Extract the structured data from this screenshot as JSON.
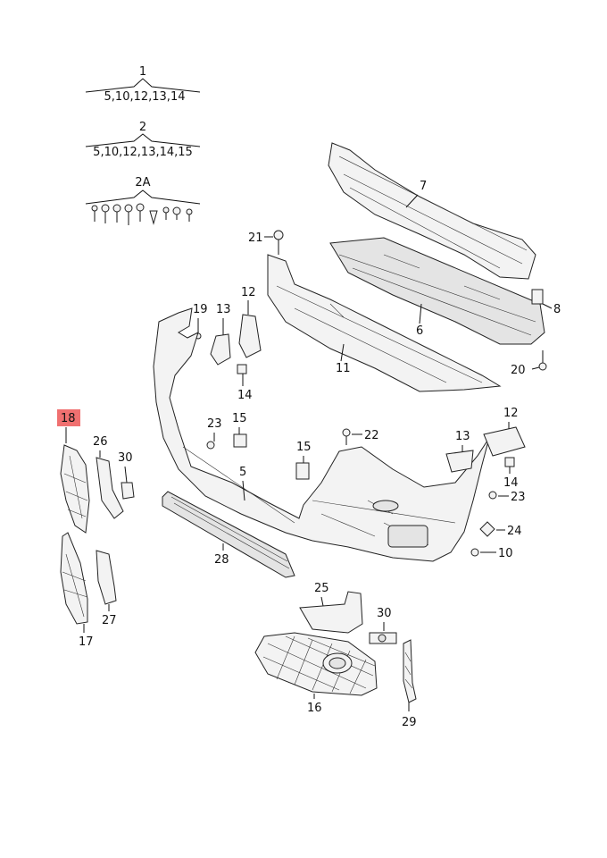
{
  "groups": [
    {
      "id": "1",
      "sub": "5,10,12,13,14"
    },
    {
      "id": "2",
      "sub": "5,10,12,13,14,15"
    },
    {
      "id": "2A",
      "sub": ""
    }
  ],
  "labels": {
    "l7": "7",
    "l8": "8",
    "l6": "6",
    "l20": "20",
    "l21": "21",
    "l11": "11",
    "l12a": "12",
    "l13a": "13",
    "l19": "19",
    "l14a": "14",
    "l18": "18",
    "l26": "26",
    "l30a": "30",
    "l23a": "23",
    "l15a": "15",
    "l5": "5",
    "l22": "22",
    "l15b": "15",
    "l13b": "13",
    "l12b": "12",
    "l14b": "14",
    "l23b": "23",
    "l24": "24",
    "l10": "10",
    "l28": "28",
    "l27": "27",
    "l17": "17",
    "l25": "25",
    "l30b": "30",
    "l16": "16",
    "l29": "29"
  },
  "highlight": {
    "label": "18",
    "color": "#f07070"
  }
}
